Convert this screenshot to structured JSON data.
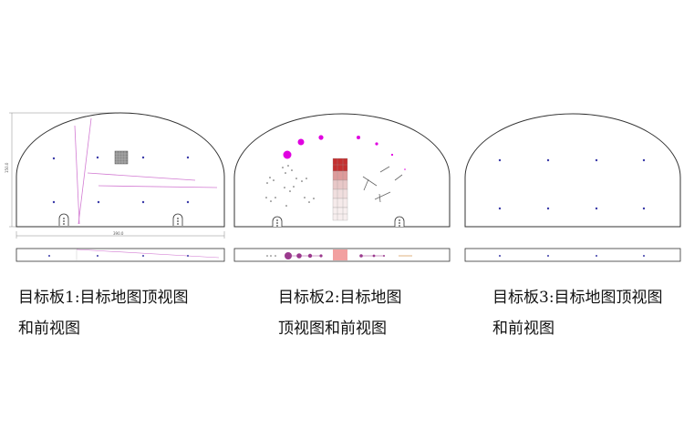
{
  "boards": [
    {
      "caption_line1": "目标板1:目标地图顶视图",
      "caption_line2": "和前视图",
      "dim_height": "150.0",
      "dim_width": "390.0"
    },
    {
      "caption_line1": "目标板2:目标地图",
      "caption_line2": "顶视图和前视图"
    },
    {
      "caption_line1": "目标板3:目标地图顶视图",
      "caption_line2": "和前视图"
    }
  ],
  "colors": {
    "outline": "#333333",
    "marker": "#3a3aa8",
    "magenta": "#e000e0",
    "pink_line": "#d27ad2",
    "red_block": "#c43030",
    "pink_block": "#f2a0a0",
    "purple_dot": "#9b3a8e",
    "orange_line": "#d9a060"
  }
}
